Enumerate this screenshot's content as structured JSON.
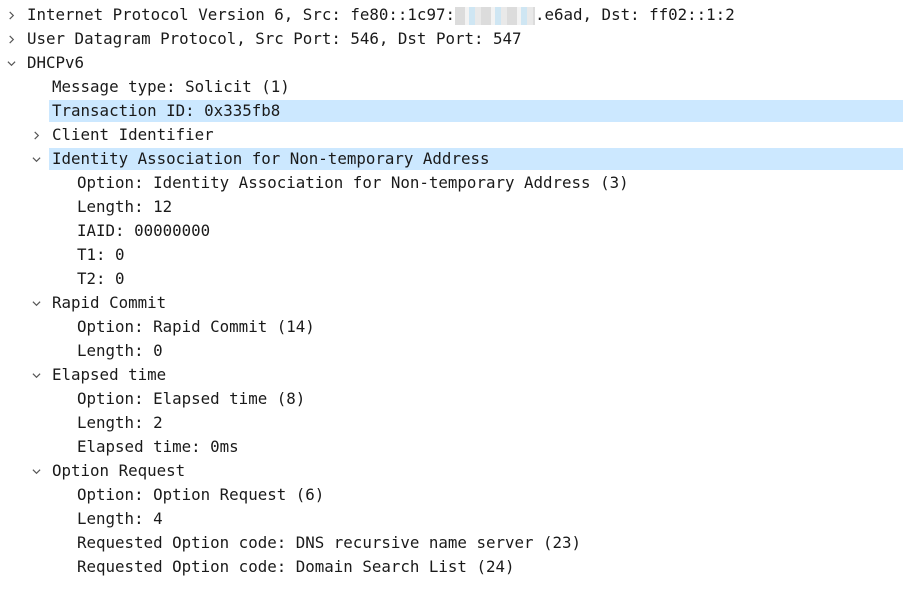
{
  "tree": [
    {
      "text": "Internet Protocol Version 6, Src: fe80::1c97:",
      "depth": 0,
      "expander": "collapsed",
      "selected": false,
      "redacted_suffix": ".e6ad, Dst: ff02::1:2"
    },
    {
      "text": "User Datagram Protocol, Src Port: 546, Dst Port: 547",
      "depth": 0,
      "expander": "collapsed",
      "selected": false
    },
    {
      "text": "DHCPv6",
      "depth": 0,
      "expander": "expanded",
      "selected": false
    },
    {
      "text": "Message type: Solicit (1)",
      "depth": 1,
      "expander": "none",
      "selected": false
    },
    {
      "text": "Transaction ID: 0x335fb8",
      "depth": 1,
      "expander": "none",
      "selected": true
    },
    {
      "text": "Client Identifier",
      "depth": 1,
      "expander": "collapsed",
      "selected": false
    },
    {
      "text": "Identity Association for Non-temporary Address",
      "depth": 1,
      "expander": "expanded",
      "selected": true
    },
    {
      "text": "Option: Identity Association for Non-temporary Address (3)",
      "depth": 2,
      "expander": "none",
      "selected": false
    },
    {
      "text": "Length: 12",
      "depth": 2,
      "expander": "none",
      "selected": false
    },
    {
      "text": "IAID: 00000000",
      "depth": 2,
      "expander": "none",
      "selected": false
    },
    {
      "text": "T1: 0",
      "depth": 2,
      "expander": "none",
      "selected": false
    },
    {
      "text": "T2: 0",
      "depth": 2,
      "expander": "none",
      "selected": false
    },
    {
      "text": "Rapid Commit",
      "depth": 1,
      "expander": "expanded",
      "selected": false
    },
    {
      "text": "Option: Rapid Commit (14)",
      "depth": 2,
      "expander": "none",
      "selected": false
    },
    {
      "text": "Length: 0",
      "depth": 2,
      "expander": "none",
      "selected": false
    },
    {
      "text": "Elapsed time",
      "depth": 1,
      "expander": "expanded",
      "selected": false
    },
    {
      "text": "Option: Elapsed time (8)",
      "depth": 2,
      "expander": "none",
      "selected": false
    },
    {
      "text": "Length: 2",
      "depth": 2,
      "expander": "none",
      "selected": false
    },
    {
      "text": "Elapsed time: 0ms",
      "depth": 2,
      "expander": "none",
      "selected": false
    },
    {
      "text": "Option Request",
      "depth": 1,
      "expander": "expanded",
      "selected": false
    },
    {
      "text": "Option: Option Request (6)",
      "depth": 2,
      "expander": "none",
      "selected": false
    },
    {
      "text": "Length: 4",
      "depth": 2,
      "expander": "none",
      "selected": false
    },
    {
      "text": "Requested Option code: DNS recursive name server (23)",
      "depth": 2,
      "expander": "none",
      "selected": false
    },
    {
      "text": "Requested Option code: Domain Search List (24)",
      "depth": 2,
      "expander": "none",
      "selected": false
    }
  ],
  "colors": {
    "selection": "#cce8ff",
    "text": "#1a1a1a",
    "expander": "#555555"
  },
  "icons": {
    "collapsed": "chevron-right-icon",
    "expanded": "chevron-down-icon"
  }
}
